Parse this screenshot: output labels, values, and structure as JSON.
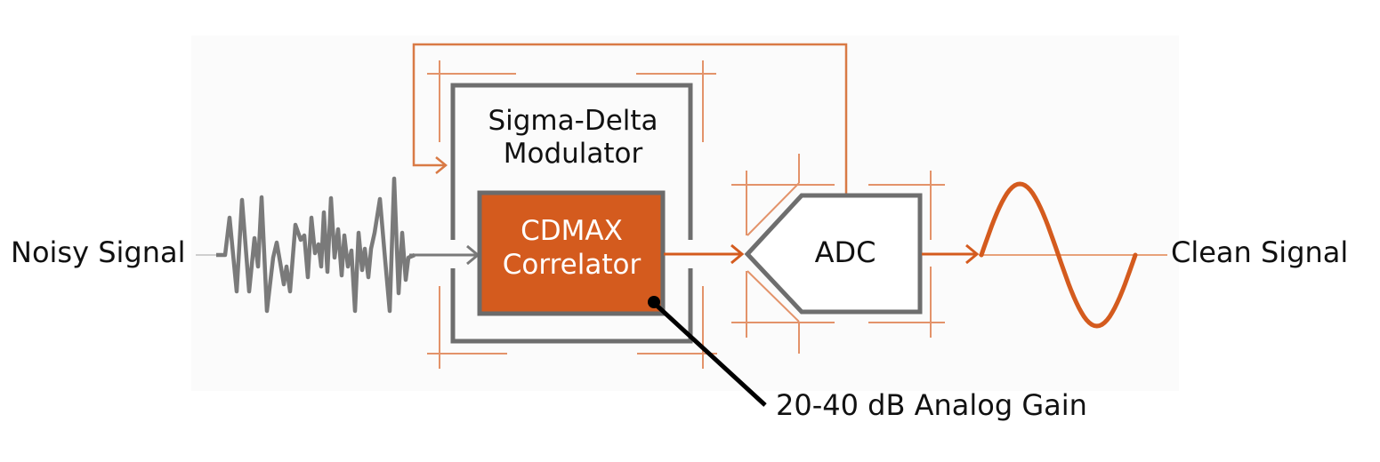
{
  "diagram": {
    "title": "CDMAX correlator in sigma-delta ADC signal chain",
    "colors": {
      "accent_orange": "#D45B1E",
      "guide_orange": "#E0884E",
      "block_outline_gray": "#6E6E6E",
      "noise_gray": "#7A7A7A",
      "callout_black": "#000000",
      "background": "#FFFFFF"
    },
    "input": {
      "label": "Noisy Signal",
      "icon": "noisy-waveform-icon"
    },
    "blocks": {
      "modulator": {
        "label_line1": "Sigma-Delta",
        "label_line2": "Modulator"
      },
      "correlator": {
        "label_line1": "CDMAX",
        "label_line2": "Correlator"
      },
      "adc": {
        "label": "ADC"
      }
    },
    "output": {
      "label": "Clean Signal",
      "icon": "sine-wave-icon"
    },
    "callout": {
      "label": "20-40 dB Analog Gain",
      "target": "correlator"
    },
    "connections": [
      {
        "from": "Noisy Signal",
        "to": "CDMAX Correlator"
      },
      {
        "from": "CDMAX Correlator",
        "to": "ADC"
      },
      {
        "from": "ADC",
        "to": "Clean Signal"
      },
      {
        "from": "ADC",
        "to": "Sigma-Delta Modulator",
        "type": "feedback"
      }
    ]
  }
}
